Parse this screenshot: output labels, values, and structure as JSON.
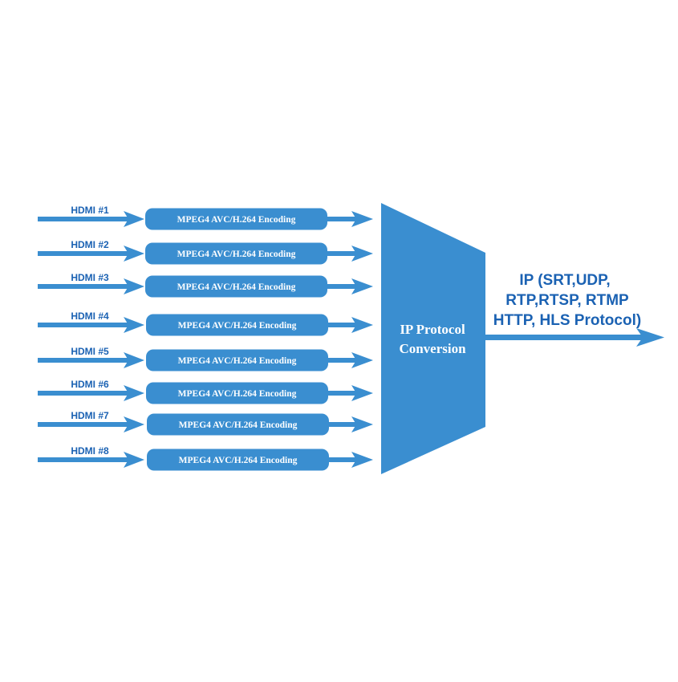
{
  "diagram": {
    "colors": {
      "primary": "#3a8ed0",
      "label_text": "#1b62b3",
      "box_text": "#ffffff"
    },
    "inputs": [
      {
        "label": "HDMI #1",
        "encoder": "MPEG4 AVC/H.264 Encoding"
      },
      {
        "label": "HDMI #2",
        "encoder": "MPEG4 AVC/H.264 Encoding"
      },
      {
        "label": "HDMI #3",
        "encoder": "MPEG4 AVC/H.264 Encoding"
      },
      {
        "label": "HDMI #4",
        "encoder": "MPEG4 AVC/H.264 Encoding"
      },
      {
        "label": "HDMI #5",
        "encoder": "MPEG4 AVC/H.264 Encoding"
      },
      {
        "label": "HDMI #6",
        "encoder": "MPEG4 AVC/H.264 Encoding"
      },
      {
        "label": "HDMI #7",
        "encoder": "MPEG4 AVC/H.264 Encoding"
      },
      {
        "label": "HDMI #8",
        "encoder": "MPEG4 AVC/H.264 Encoding"
      }
    ],
    "converter": {
      "line1": "IP Protocol",
      "line2": "Conversion"
    },
    "output": {
      "line1": "IP (SRT,UDP,",
      "line2": "RTP,RTSP, RTMP",
      "line3": "HTTP, HLS Protocol)"
    }
  }
}
